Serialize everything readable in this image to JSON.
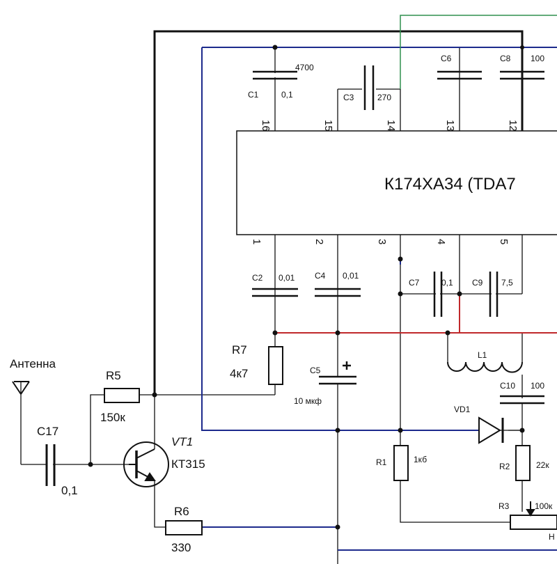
{
  "ic": {
    "name": "К174ХА34 (TDA7",
    "pins_top": [
      "16",
      "15",
      "14",
      "13",
      "12"
    ],
    "pins_bottom": [
      "1",
      "2",
      "3",
      "4",
      "5"
    ]
  },
  "antenna": "Антенна",
  "transistor": {
    "ref": "VT1",
    "type": "КТ315"
  },
  "resistors": {
    "r5": {
      "ref": "R5",
      "value": "150к"
    },
    "r6": {
      "ref": "R6",
      "value": "330"
    },
    "r7": {
      "ref": "R7",
      "value": "4к7"
    },
    "r1": {
      "ref": "R1",
      "value": "1кб"
    },
    "r2": {
      "ref": "R2",
      "value": "22к"
    },
    "r3": {
      "ref": "R3",
      "value": "100к"
    }
  },
  "capacitors": {
    "c17": {
      "ref": "C17",
      "value": "0,1"
    },
    "c1": {
      "ref": "C1",
      "value": "0,1",
      "extra": "4700"
    },
    "c3": {
      "ref": "C3",
      "value": "270"
    },
    "c6": {
      "ref": "C6"
    },
    "c8": {
      "ref": "C8",
      "value": "100"
    },
    "c2": {
      "ref": "C2",
      "value": "0,01"
    },
    "c4": {
      "ref": "C4",
      "value": "0,01"
    },
    "c7": {
      "ref": "C7",
      "value": "0,1"
    },
    "c9": {
      "ref": "C9",
      "value": "7,5"
    },
    "c5": {
      "ref": "C5",
      "value": "10 мкф"
    },
    "c10": {
      "ref": "C10",
      "value": "100"
    }
  },
  "inductor": {
    "ref": "L1"
  },
  "diode": {
    "ref": "VD1"
  },
  "edge_label": "Н",
  "colors": {
    "black": "#111111",
    "blue": "#1c2a8c",
    "red": "#c0282a",
    "green": "#2f8f4f"
  }
}
